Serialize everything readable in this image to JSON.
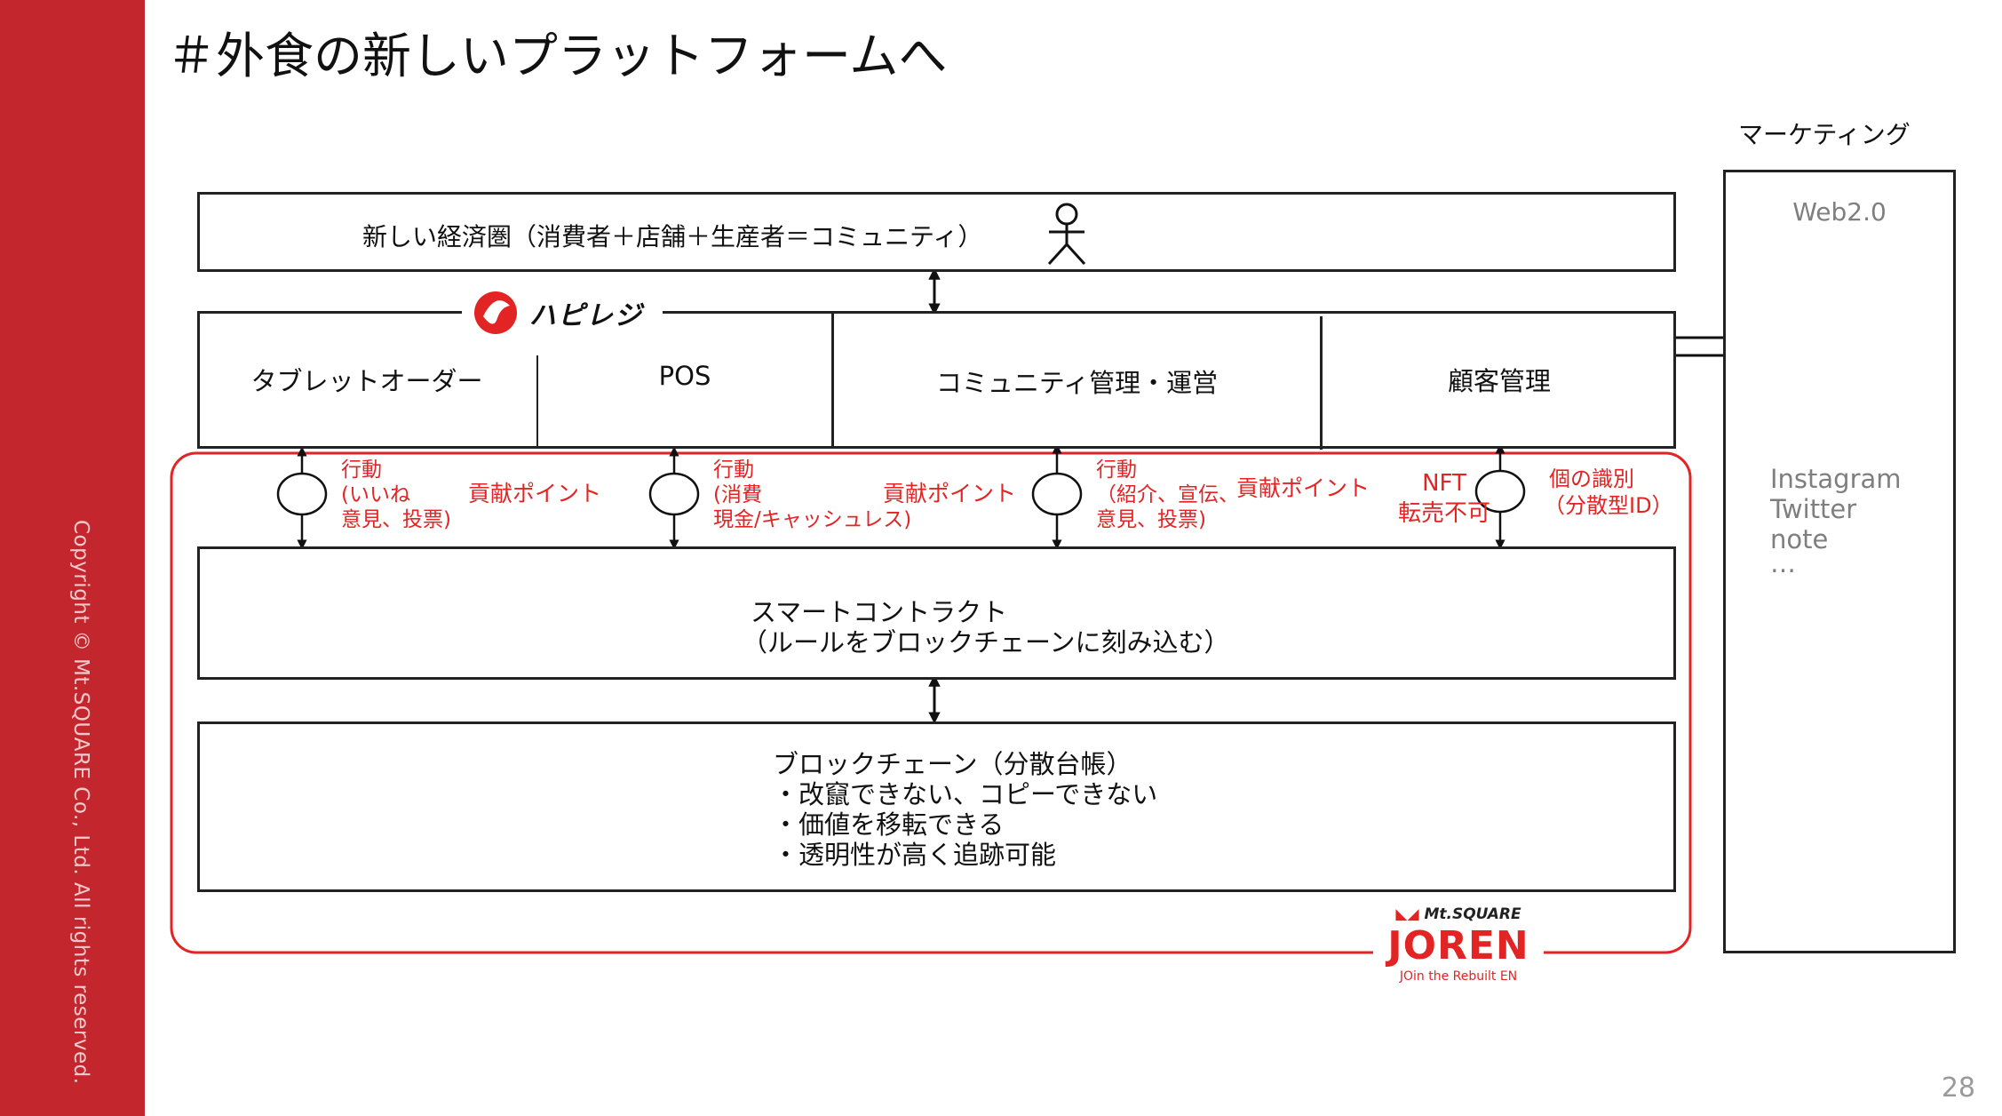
{
  "slide": {
    "title": "＃外食の新しいプラットフォームへ",
    "copyright": "Copyright © Mt.SQUARE Co., Ltd. All rights reserved.",
    "page_number": "28"
  },
  "economy": {
    "label": "新しい経済圏（消費者＋店舗＋生産者＝コミュニティ）"
  },
  "hapiregi": {
    "logo_text": "ハピレジ",
    "modules": [
      "タブレットオーダー",
      "POS",
      "コミュニティ管理・運営",
      "顧客管理"
    ]
  },
  "flows": [
    {
      "action": [
        "行動",
        "(いいね",
        "意見、投票)"
      ],
      "point": "貢献ポイント"
    },
    {
      "action": [
        "行動",
        "(消費",
        "現金/キャッシュレス)"
      ],
      "point": "貢献ポイント"
    },
    {
      "action": [
        "行動",
        "（紹介、宣伝、",
        "意見、投票)"
      ],
      "point": "貢献ポイント"
    },
    {
      "nft": [
        "NFT",
        "転売不可"
      ],
      "id": [
        "個の識別",
        "（分散型ID）"
      ]
    }
  ],
  "smart_contract": {
    "title": "スマートコントラクト",
    "subtitle": "（ルールをブロックチェーンに刻み込む）"
  },
  "blockchain": {
    "title": "ブロックチェーン（分散台帳）",
    "bullets": [
      "・改竄できない、コピーできない",
      "・価値を移転できる",
      "・透明性が高く追跡可能"
    ]
  },
  "marketing": {
    "label": "マーケティング",
    "web": "Web2.0",
    "items": [
      "Instagram",
      "Twitter",
      "note",
      "…"
    ]
  },
  "joren": {
    "company": "Mt.SQUARE",
    "name": "JOREN",
    "tagline": "JOin the Rebuilt EN"
  },
  "colors": {
    "brand_red": "#c4262e",
    "accent_red": "#e32424"
  }
}
